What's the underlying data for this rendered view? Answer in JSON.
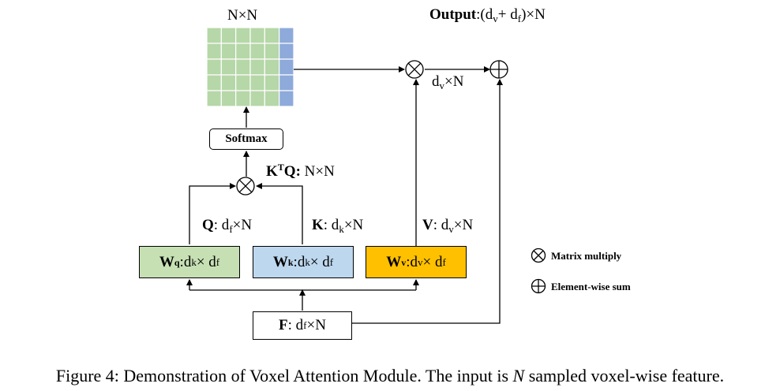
{
  "matrix": {
    "label": "N×N",
    "rows": 5,
    "cols": 6
  },
  "softmax": {
    "label": "Softmax"
  },
  "ktq": {
    "name": "K",
    "sup": "T",
    "name2": "Q",
    "sep": ":",
    "dims": " N×N"
  },
  "output": {
    "name": "Output",
    "pre": ":(d",
    "sub1": "v",
    "mid": "+ d",
    "sub2": "f",
    "post": ")×N"
  },
  "mult_out": {
    "pre": "d",
    "sub": "v",
    "post": "×N"
  },
  "q_label": {
    "name": "Q",
    "pre": ": d",
    "sub": "f",
    "post": "×N"
  },
  "k_label": {
    "name": "K",
    "pre": ": d",
    "sub": "k",
    "post": "×N"
  },
  "v_label": {
    "name": "V",
    "pre": ": d",
    "sub": "v",
    "post": "×N"
  },
  "wq": {
    "name": "W",
    "sup": "q",
    "pre": ":d",
    "sub1": "k",
    "mid": "× d",
    "sub2": "f",
    "color": "#c6e0b4"
  },
  "wk": {
    "name": "W",
    "sup": "k",
    "pre": ":d",
    "sub1": "k",
    "mid": "× d",
    "sub2": "f",
    "color": "#bdd7ee"
  },
  "wv": {
    "name": "W",
    "sup": "v",
    "pre": ":d",
    "sub1": "v",
    "mid": "× d",
    "sub2": "f",
    "color": "#ffc000"
  },
  "f_input": {
    "name": "F",
    "pre": ": d",
    "sub": "f",
    "post": "×N"
  },
  "legend": {
    "matmul": "Matrix multiply",
    "sum": "Element-wise sum"
  },
  "caption": {
    "pre": "Figure 4: Demonstration of Voxel Attention Module. The input is ",
    "italic": "N",
    "post": " sampled voxel-wise feature."
  },
  "colors": {
    "grid_green": "#b6d7a8",
    "grid_blue": "#8eaadb",
    "grid_line": "#ffffff"
  }
}
